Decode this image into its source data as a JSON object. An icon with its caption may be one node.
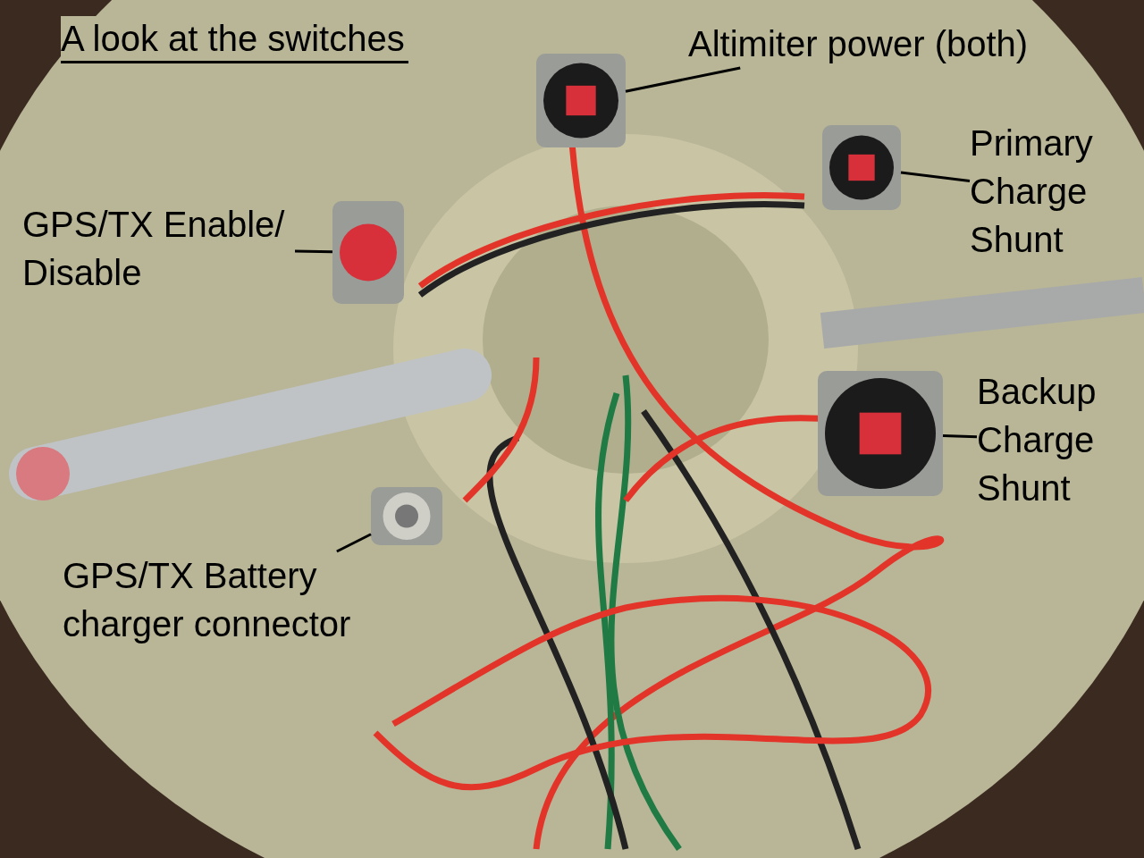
{
  "diagram": {
    "title": "A look at the switches",
    "nodes": [
      {
        "text": [
          "Altimiter power (both)"
        ]
      },
      {
        "text": [],
        "shape": "picture"
      },
      {
        "text": [
          "Primary Charge Shunt"
        ]
      },
      {
        "text": [],
        "shape": "picture"
      },
      {
        "text": [
          "GPS/TX Enable/ Disable"
        ]
      },
      {
        "text": [],
        "shape": "picture"
      },
      {
        "text": [
          "Backup Charge Shunt"
        ]
      },
      {
        "text": [],
        "shape": "picture"
      },
      {
        "text": [
          "GPS/TX Battery charger connector"
        ]
      },
      {
        "text": [],
        "shape": "picture"
      }
    ],
    "edges": [
      {
        "from": 0,
        "to": 1,
        "arrow": "none"
      },
      {
        "from": 2,
        "to": 3,
        "arrow": "none"
      },
      {
        "from": 4,
        "to": 5,
        "arrow": "none"
      },
      {
        "from": 6,
        "to": 7,
        "arrow": "none"
      },
      {
        "from": 8,
        "to": 9,
        "arrow": "none"
      }
    ]
  }
}
